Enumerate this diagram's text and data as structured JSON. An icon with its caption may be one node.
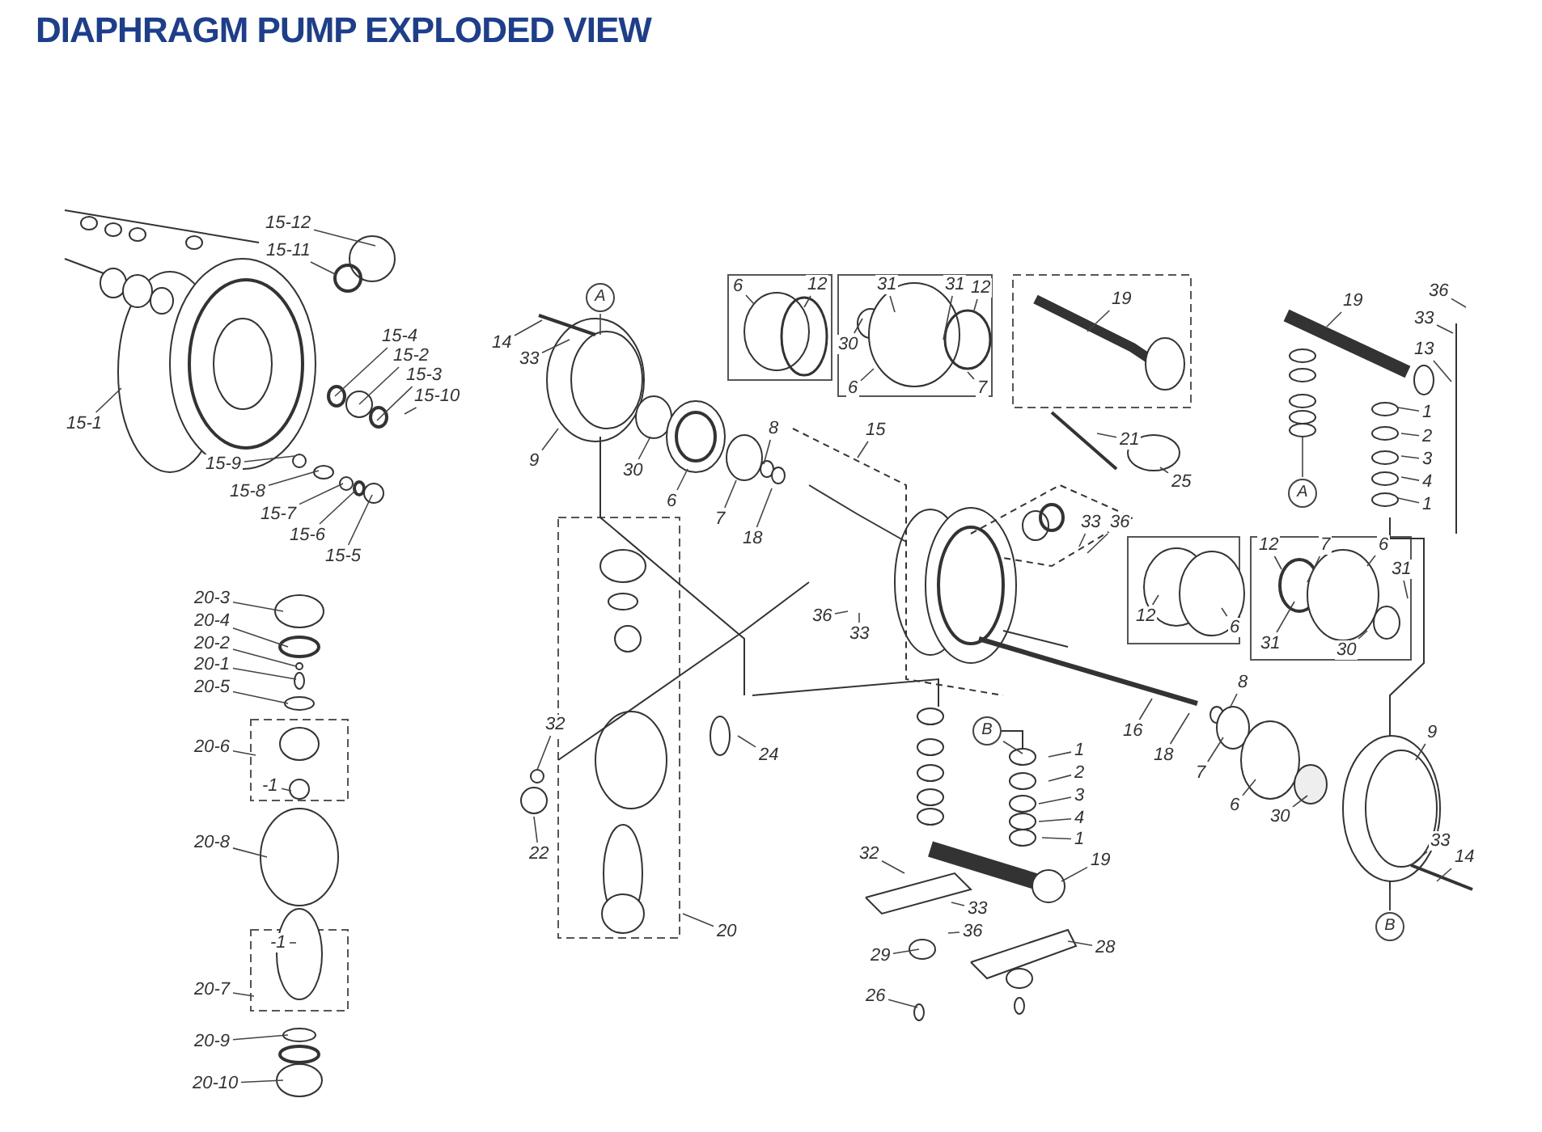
{
  "diagram": {
    "title": "DIAPHRAGM PUMP EXPLODED VIEW",
    "nodes": [
      {
        "text": [
          "15-12"
        ]
      },
      {
        "text": [
          "15-11"
        ]
      },
      {
        "text": [
          "15-4"
        ]
      },
      {
        "text": [
          "15-2"
        ]
      },
      {
        "text": [
          "15-3"
        ]
      },
      {
        "text": [
          "15-10"
        ]
      },
      {
        "text": [
          "15-1"
        ]
      },
      {
        "text": [
          "15-9"
        ]
      },
      {
        "text": [
          "15-8"
        ]
      },
      {
        "text": [
          "15-7"
        ]
      },
      {
        "text": [
          "15-6"
        ]
      },
      {
        "text": [
          "15-5"
        ]
      },
      {
        "text": [
          "A"
        ]
      },
      {
        "text": [
          "14"
        ]
      },
      {
        "text": [
          "33"
        ]
      },
      {
        "text": [
          "9"
        ]
      },
      {
        "text": [
          "30"
        ]
      },
      {
        "text": [
          "6"
        ]
      },
      {
        "text": [
          "7"
        ]
      },
      {
        "text": [
          "8"
        ]
      },
      {
        "text": [
          "18"
        ]
      },
      {
        "text": [
          "6"
        ]
      },
      {
        "text": [
          "12"
        ]
      },
      {
        "text": [
          "31"
        ]
      },
      {
        "text": [
          "30"
        ]
      },
      {
        "text": [
          "6"
        ]
      },
      {
        "text": [
          "31"
        ]
      },
      {
        "text": [
          "12"
        ]
      },
      {
        "text": [
          "7"
        ]
      },
      {
        "text": [
          "19"
        ]
      },
      {
        "text": [
          "15"
        ]
      },
      {
        "text": [
          "21"
        ]
      },
      {
        "text": [
          "25"
        ]
      },
      {
        "text": [
          "33"
        ]
      },
      {
        "text": [
          "36"
        ]
      },
      {
        "text": [
          "36"
        ]
      },
      {
        "text": [
          "33"
        ]
      },
      {
        "text": [
          "19"
        ]
      },
      {
        "text": [
          "36"
        ]
      },
      {
        "text": [
          "33"
        ]
      },
      {
        "text": [
          "13"
        ]
      },
      {
        "text": [
          "1"
        ]
      },
      {
        "text": [
          "2"
        ]
      },
      {
        "text": [
          "3"
        ]
      },
      {
        "text": [
          "4"
        ]
      },
      {
        "text": [
          "1"
        ]
      },
      {
        "text": [
          "A"
        ]
      },
      {
        "text": [
          "12"
        ]
      },
      {
        "text": [
          "6"
        ]
      },
      {
        "text": [
          "12"
        ]
      },
      {
        "text": [
          "7"
        ]
      },
      {
        "text": [
          "6"
        ]
      },
      {
        "text": [
          "31"
        ]
      },
      {
        "text": [
          "31"
        ]
      },
      {
        "text": [
          "30"
        ]
      },
      {
        "text": [
          "8"
        ]
      },
      {
        "text": [
          "16"
        ]
      },
      {
        "text": [
          "18"
        ]
      },
      {
        "text": [
          "7"
        ]
      },
      {
        "text": [
          "6"
        ]
      },
      {
        "text": [
          "30"
        ]
      },
      {
        "text": [
          "9"
        ]
      },
      {
        "text": [
          "33"
        ]
      },
      {
        "text": [
          "14"
        ]
      },
      {
        "text": [
          "B"
        ]
      },
      {
        "text": [
          "32"
        ]
      },
      {
        "text": [
          "22"
        ]
      },
      {
        "text": [
          "24"
        ]
      },
      {
        "text": [
          "20"
        ]
      },
      {
        "text": [
          "B"
        ]
      },
      {
        "text": [
          "1"
        ]
      },
      {
        "text": [
          "2"
        ]
      },
      {
        "text": [
          "3"
        ]
      },
      {
        "text": [
          "4"
        ]
      },
      {
        "text": [
          "1"
        ]
      },
      {
        "text": [
          "19"
        ]
      },
      {
        "text": [
          "32"
        ]
      },
      {
        "text": [
          "33"
        ]
      },
      {
        "text": [
          "36"
        ]
      },
      {
        "text": [
          "28"
        ]
      },
      {
        "text": [
          "29"
        ]
      },
      {
        "text": [
          "26"
        ]
      },
      {
        "text": [
          "20-3"
        ]
      },
      {
        "text": [
          "20-4"
        ]
      },
      {
        "text": [
          "20-2"
        ]
      },
      {
        "text": [
          "20-1"
        ]
      },
      {
        "text": [
          "20-5"
        ]
      },
      {
        "text": [
          "20-6"
        ]
      },
      {
        "text": [
          "-1"
        ]
      },
      {
        "text": [
          "20-8"
        ]
      },
      {
        "text": [
          "-1"
        ]
      },
      {
        "text": [
          "20-7"
        ]
      },
      {
        "text": [
          "20-9"
        ]
      },
      {
        "text": [
          "20-10"
        ]
      }
    ],
    "edges": [
      {
        "from": 0,
        "to": null,
        "arrow": "none"
      },
      {
        "from": 1,
        "to": null,
        "arrow": "none"
      },
      {
        "from": 2,
        "to": null,
        "arrow": "none"
      },
      {
        "from": 3,
        "to": null,
        "arrow": "none"
      },
      {
        "from": 4,
        "to": null,
        "arrow": "none"
      },
      {
        "from": 5,
        "to": null,
        "arrow": "none"
      },
      {
        "from": 6,
        "to": null,
        "arrow": "none"
      },
      {
        "from": 7,
        "to": null,
        "arrow": "none"
      },
      {
        "from": 8,
        "to": null,
        "arrow": "none"
      },
      {
        "from": 9,
        "to": null,
        "arrow": "none"
      },
      {
        "from": 10,
        "to": null,
        "arrow": "none"
      },
      {
        "from": 11,
        "to": null,
        "arrow": "none"
      },
      {
        "from": 12,
        "to": null,
        "arrow": "none"
      },
      {
        "from": 13,
        "to": null,
        "arrow": "none"
      },
      {
        "from": 14,
        "to": null,
        "arrow": "none"
      },
      {
        "from": 15,
        "to": null,
        "arrow": "none"
      },
      {
        "from": 16,
        "to": null,
        "arrow": "none"
      },
      {
        "from": 17,
        "to": null,
        "arrow": "none"
      },
      {
        "from": 18,
        "to": null,
        "arrow": "none"
      },
      {
        "from": 19,
        "to": null,
        "arrow": "none"
      },
      {
        "from": 20,
        "to": null,
        "arrow": "none"
      },
      {
        "from": 21,
        "to": null,
        "arrow": "none"
      },
      {
        "from": 22,
        "to": null,
        "arrow": "none"
      },
      {
        "from": 23,
        "to": null,
        "arrow": "none"
      },
      {
        "from": 24,
        "to": null,
        "arrow": "none"
      },
      {
        "from": 25,
        "to": null,
        "arrow": "none"
      },
      {
        "from": 26,
        "to": null,
        "arrow": "none"
      },
      {
        "from": 27,
        "to": null,
        "arrow": "none"
      },
      {
        "from": 28,
        "to": null,
        "arrow": "none"
      },
      {
        "from": 29,
        "to": null,
        "arrow": "none"
      },
      {
        "from": 30,
        "to": null,
        "arrow": "none"
      },
      {
        "from": 31,
        "to": null,
        "arrow": "none"
      },
      {
        "from": 32,
        "to": null,
        "arrow": "none"
      },
      {
        "from": 33,
        "to": null,
        "arrow": "none"
      },
      {
        "from": 34,
        "to": null,
        "arrow": "none"
      },
      {
        "from": 35,
        "to": null,
        "arrow": "none"
      },
      {
        "from": 36,
        "to": null,
        "arrow": "none"
      },
      {
        "from": 37,
        "to": null,
        "arrow": "none"
      },
      {
        "from": 38,
        "to": null,
        "arrow": "none"
      },
      {
        "from": 39,
        "to": null,
        "arrow": "none"
      },
      {
        "from": 40,
        "to": null,
        "arrow": "none"
      },
      {
        "from": 41,
        "to": null,
        "arrow": "none"
      },
      {
        "from": 42,
        "to": null,
        "arrow": "none"
      },
      {
        "from": 43,
        "to": null,
        "arrow": "none"
      },
      {
        "from": 44,
        "to": null,
        "arrow": "none"
      },
      {
        "from": 45,
        "to": null,
        "arrow": "none"
      },
      {
        "from": 46,
        "to": null,
        "arrow": "none"
      },
      {
        "from": 47,
        "to": null,
        "arrow": "none"
      },
      {
        "from": 48,
        "to": null,
        "arrow": "none"
      },
      {
        "from": 49,
        "to": null,
        "arrow": "none"
      },
      {
        "from": 50,
        "to": null,
        "arrow": "none"
      },
      {
        "from": 51,
        "to": null,
        "arrow": "none"
      },
      {
        "from": 52,
        "to": null,
        "arrow": "none"
      },
      {
        "from": 53,
        "to": null,
        "arrow": "none"
      },
      {
        "from": 54,
        "to": null,
        "arrow": "none"
      },
      {
        "from": 55,
        "to": null,
        "arrow": "none"
      },
      {
        "from": 56,
        "to": null,
        "arrow": "none"
      },
      {
        "from": 57,
        "to": null,
        "arrow": "none"
      },
      {
        "from": 58,
        "to": null,
        "arrow": "none"
      },
      {
        "from": 59,
        "to": null,
        "arrow": "none"
      },
      {
        "from": 60,
        "to": null,
        "arrow": "none"
      },
      {
        "from": 61,
        "to": null,
        "arrow": "none"
      },
      {
        "from": 62,
        "to": null,
        "arrow": "none"
      },
      {
        "from": 63,
        "to": null,
        "arrow": "none"
      },
      {
        "from": 64,
        "to": null,
        "arrow": "none"
      },
      {
        "from": 65,
        "to": null,
        "arrow": "none"
      },
      {
        "from": 66,
        "to": null,
        "arrow": "none"
      },
      {
        "from": 67,
        "to": null,
        "arrow": "none"
      },
      {
        "from": 68,
        "to": null,
        "arrow": "none"
      },
      {
        "from": 69,
        "to": null,
        "arrow": "none"
      },
      {
        "from": 70,
        "to": null,
        "arrow": "none"
      },
      {
        "from": 71,
        "to": null,
        "arrow": "none"
      },
      {
        "from": 72,
        "to": null,
        "arrow": "none"
      },
      {
        "from": 73,
        "to": null,
        "arrow": "none"
      },
      {
        "from": 74,
        "to": null,
        "arrow": "none"
      },
      {
        "from": 75,
        "to": null,
        "arrow": "none"
      },
      {
        "from": 76,
        "to": null,
        "arrow": "none"
      },
      {
        "from": 77,
        "to": null,
        "arrow": "none"
      },
      {
        "from": 78,
        "to": null,
        "arrow": "none"
      },
      {
        "from": 79,
        "to": null,
        "arrow": "none"
      },
      {
        "from": 80,
        "to": null,
        "arrow": "none"
      },
      {
        "from": 81,
        "to": null,
        "arrow": "none"
      },
      {
        "from": 82,
        "to": null,
        "arrow": "none"
      },
      {
        "from": 83,
        "to": null,
        "arrow": "none"
      },
      {
        "from": 84,
        "to": null,
        "arrow": "none"
      },
      {
        "from": 85,
        "to": null,
        "arrow": "none"
      },
      {
        "from": 86,
        "to": null,
        "arrow": "none"
      },
      {
        "from": 87,
        "to": null,
        "arrow": "none"
      },
      {
        "from": 88,
        "to": null,
        "arrow": "none"
      },
      {
        "from": 89,
        "to": null,
        "arrow": "none"
      },
      {
        "from": 90,
        "to": null,
        "arrow": "none"
      },
      {
        "from": 91,
        "to": null,
        "arrow": "none"
      },
      {
        "from": 92,
        "to": null,
        "arrow": "none"
      },
      {
        "from": 93,
        "to": null,
        "arrow": "none"
      }
    ]
  }
}
